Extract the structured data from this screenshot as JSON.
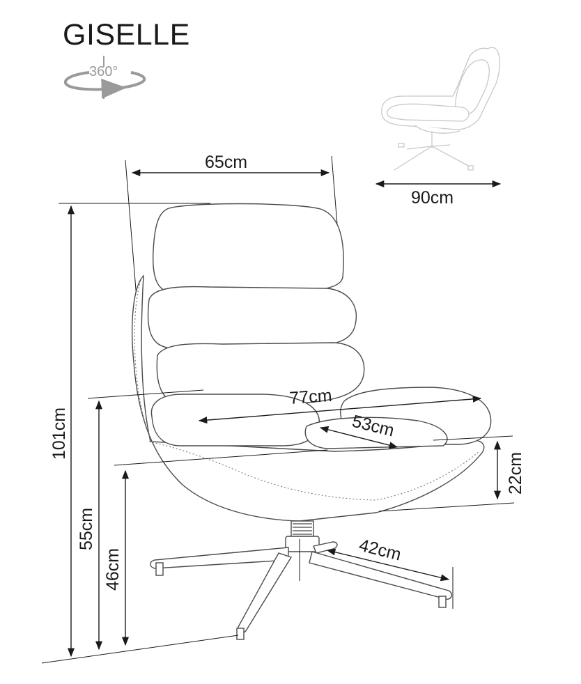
{
  "product": {
    "name": "GISELLE"
  },
  "rotation": {
    "label": "360°",
    "icon": "rotation-360-icon"
  },
  "dimensions": {
    "depth": "90cm",
    "width": "65cm",
    "height_total": "101cm",
    "height_armrest": "55cm",
    "height_seat": "46cm",
    "seat_width": "77cm",
    "seat_depth": "53cm",
    "base_height": "22cm",
    "base_radius": "42cm"
  },
  "colors": {
    "line": "#1a1a1a",
    "chair_outline": "#4a4a4a",
    "ghost": "#c8c8c8",
    "rotation": "#9a9a9a"
  }
}
